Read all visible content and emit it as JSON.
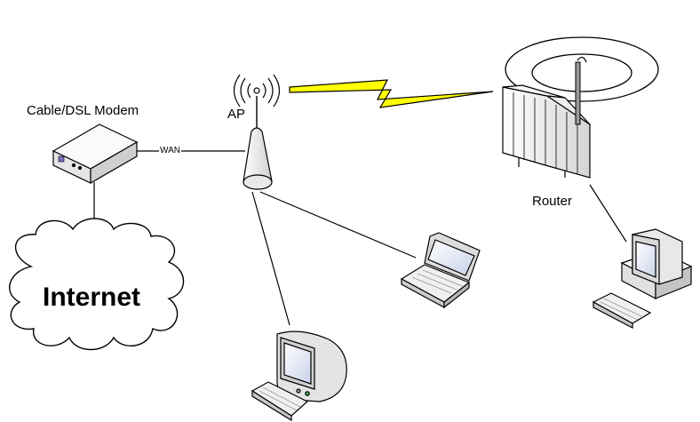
{
  "labels": {
    "modem": "Cable/DSL Modem",
    "access_point": "AP",
    "wan": "WAN",
    "router": "Router",
    "internet": "Internet"
  },
  "nodes": [
    {
      "id": "modem",
      "label": "Cable/DSL Modem",
      "icon": "modem-icon"
    },
    {
      "id": "ap",
      "label": "AP",
      "icon": "access-point-icon"
    },
    {
      "id": "router",
      "label": "Router",
      "icon": "router-icon"
    },
    {
      "id": "internet",
      "label": "Internet",
      "icon": "cloud-icon"
    },
    {
      "id": "laptop",
      "label": "",
      "icon": "laptop-icon"
    },
    {
      "id": "desktop-ap",
      "label": "",
      "icon": "desktop-computer-icon"
    },
    {
      "id": "desktop-router",
      "label": "",
      "icon": "desktop-computer-icon"
    }
  ],
  "links": [
    {
      "from": "internet",
      "to": "modem",
      "type": "wired",
      "label": ""
    },
    {
      "from": "modem",
      "to": "ap",
      "type": "wired",
      "label": "WAN"
    },
    {
      "from": "ap",
      "to": "router",
      "type": "wireless",
      "label": ""
    },
    {
      "from": "ap",
      "to": "laptop",
      "type": "wired",
      "label": ""
    },
    {
      "from": "ap",
      "to": "desktop-ap",
      "type": "wired",
      "label": ""
    },
    {
      "from": "router",
      "to": "desktop-router",
      "type": "wired",
      "label": ""
    }
  ],
  "colors": {
    "lightning": "#ffff00",
    "device_fill": "#f2f2f2",
    "device_stroke": "#000000",
    "screen": "#e0e6f4",
    "background": "#ffffff"
  }
}
